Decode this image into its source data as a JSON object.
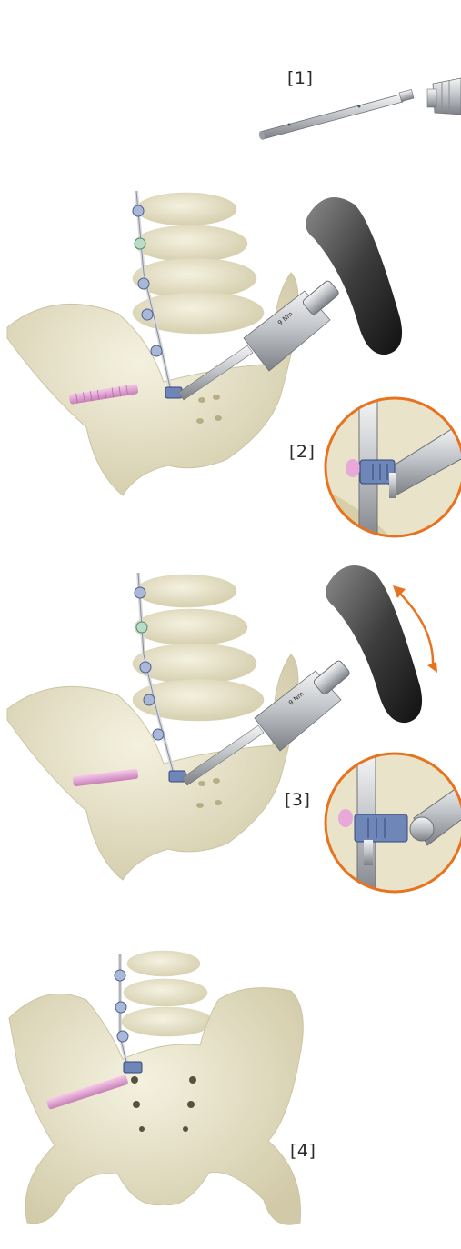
{
  "steps": [
    {
      "label": "[1]"
    },
    {
      "label": "[2]"
    },
    {
      "label": "[3]"
    },
    {
      "label": "[4]"
    }
  ],
  "instrument": {
    "torque_marking": "9 Nm"
  },
  "colors": {
    "bone": "#e8e3c8",
    "bone_shadow": "#c9c2a0",
    "metal": "#c9ccd0",
    "handle": "#3a3a3a",
    "screw": "#e8a8d8",
    "clamp": "#6f86b8",
    "accent_orange": "#e8731e"
  },
  "icons": [
    "rotation-arrow-icon",
    "detail-magnifier-icon"
  ]
}
